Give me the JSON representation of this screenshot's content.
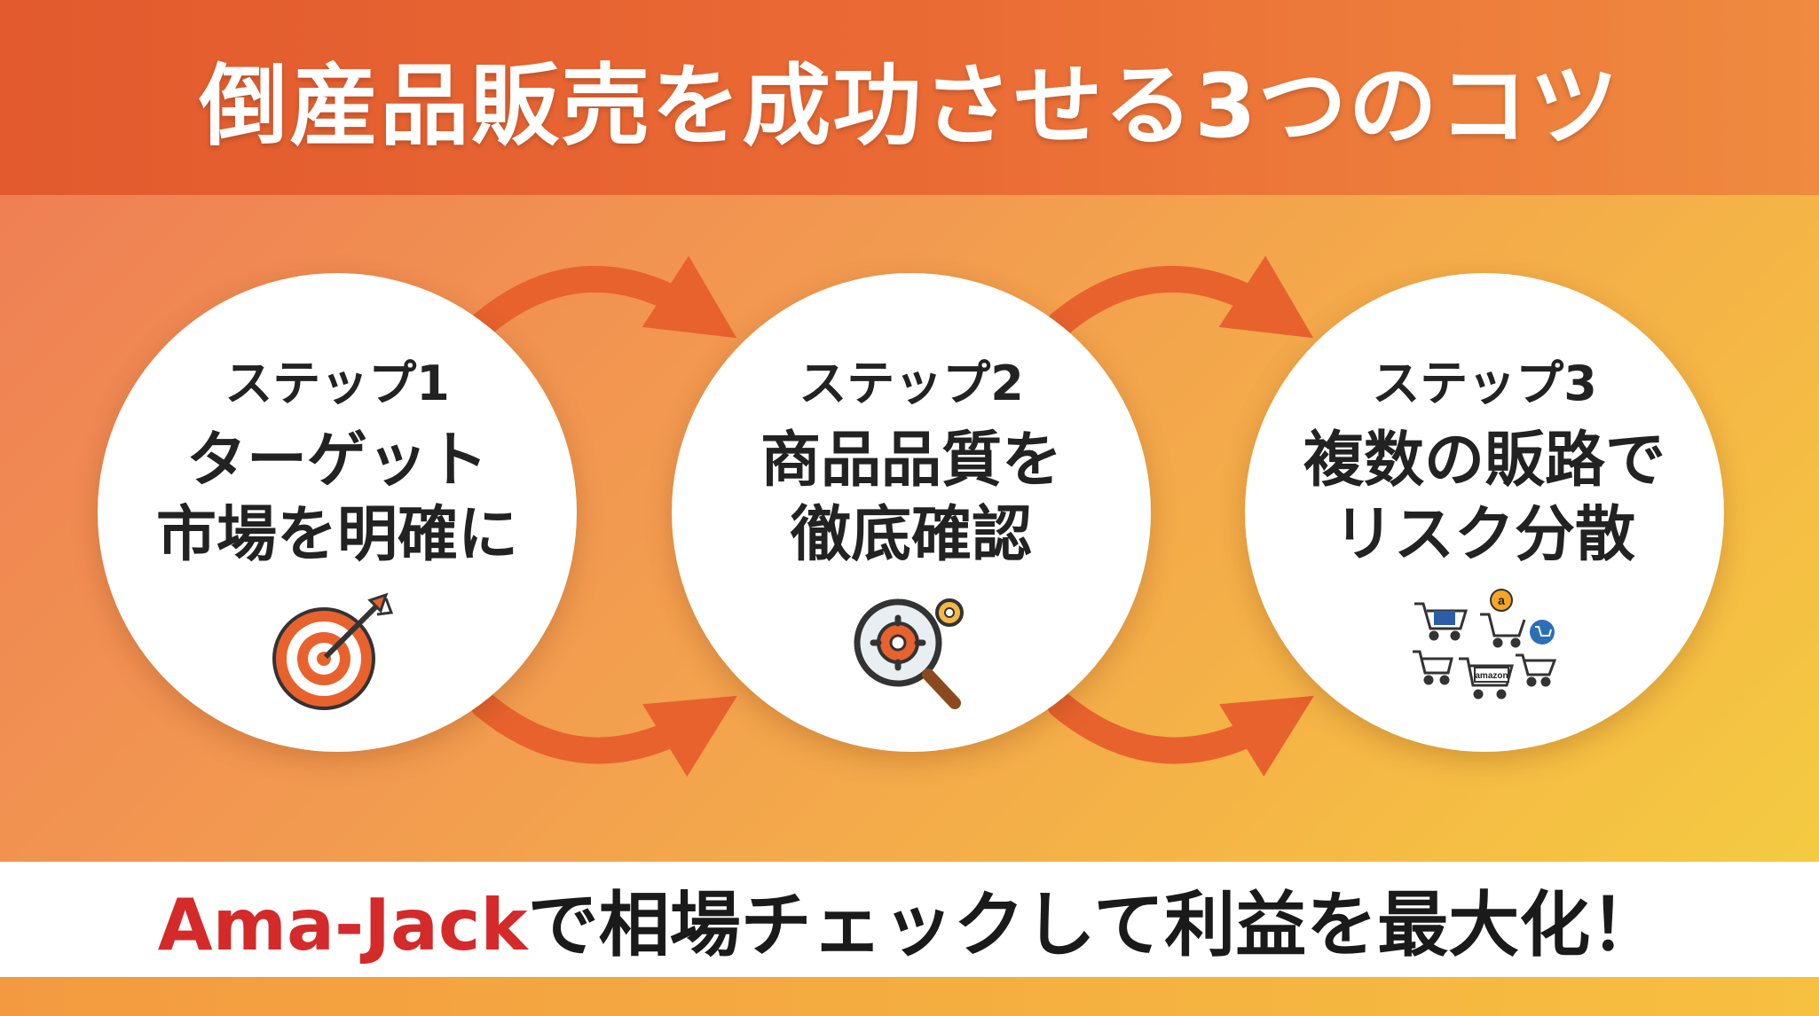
{
  "header": {
    "title": "倒産品販売を成功させる3つのコツ"
  },
  "steps": [
    {
      "label": "ステップ1",
      "title_line1": "ターゲット",
      "title_line2": "市場を明確に",
      "icon": "target-icon"
    },
    {
      "label": "ステップ2",
      "title_line1": "商品品質を",
      "title_line2": "徹底確認",
      "icon": "magnifier-gear-icon"
    },
    {
      "label": "ステップ3",
      "title_line1": "複数の販路で",
      "title_line2": "リスク分散",
      "icon": "shopping-carts-icon",
      "icon_text": "amazon"
    }
  ],
  "banner": {
    "brand": "Ama-Jack",
    "rest": "で相場チェックして利益を最大化！"
  },
  "colors": {
    "accent": "#e8622e",
    "brand_red": "#d42a2a",
    "header": "#e25a2e"
  }
}
